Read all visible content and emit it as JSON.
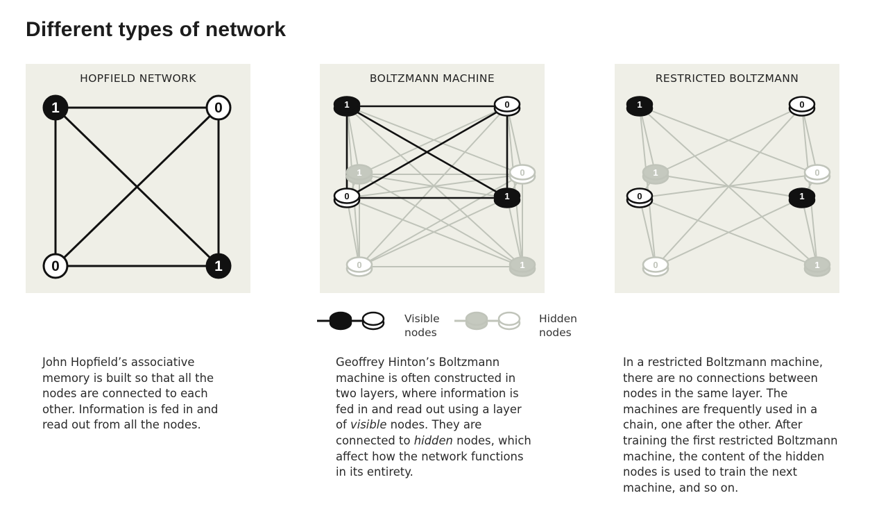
{
  "title": "Different types of network",
  "panels": [
    {
      "title": "HOPFIELD NETWORK"
    },
    {
      "title": "BOLTZMANN MACHINE"
    },
    {
      "title": "RESTRICTED BOLTZMANN"
    }
  ],
  "hopfield": {
    "nodes": [
      {
        "id": "tl",
        "value": "1",
        "state": "on"
      },
      {
        "id": "tr",
        "value": "0",
        "state": "off"
      },
      {
        "id": "bl",
        "value": "0",
        "state": "off"
      },
      {
        "id": "br",
        "value": "1",
        "state": "on"
      }
    ]
  },
  "boltzmann": {
    "visible_nodes": [
      {
        "id": "v1",
        "value": "1",
        "state": "on"
      },
      {
        "id": "v2",
        "value": "0",
        "state": "off"
      },
      {
        "id": "v3",
        "value": "0",
        "state": "off"
      },
      {
        "id": "v4",
        "value": "1",
        "state": "on"
      }
    ],
    "hidden_nodes": [
      {
        "id": "h1",
        "value": "1",
        "state": "on"
      },
      {
        "id": "h2",
        "value": "0",
        "state": "off"
      },
      {
        "id": "h3",
        "value": "0",
        "state": "off"
      },
      {
        "id": "h4",
        "value": "1",
        "state": "on"
      }
    ]
  },
  "legend": {
    "visible_line1": "Visible",
    "visible_line2": "nodes",
    "hidden_line1": "Hidden",
    "hidden_line2": "nodes"
  },
  "descriptions": {
    "hopfield": {
      "l1": "John Hopfield’s associative",
      "l2": "memory is built so that all the",
      "l3": "nodes are connected to each",
      "l4": "other. Information is fed in and",
      "l5": "read out from all the nodes."
    },
    "boltzmann": {
      "l1": "Geoffrey Hinton’s Boltzmann",
      "l2": "machine is often constructed in",
      "l3": "two layers, where information is",
      "l4": "fed in and read out using a layer",
      "l5_pre": "of ",
      "l5_em": "visible",
      "l5_post": " nodes. They are",
      "l6_pre": "connected to ",
      "l6_em": "hidden",
      "l6_post": " nodes, which",
      "l7": "affect how the network functions",
      "l8": "in its entirety."
    },
    "restricted": {
      "l1": "In a restricted Boltzmann machine,",
      "l2": "there are no connections between",
      "l3": "nodes in the same layer. The",
      "l4": "machines are frequently used in a",
      "l5": "chain, one after the other. After",
      "l6": "training the first restricted Boltzmann",
      "l7": "machine, the content of the hidden",
      "l8": "nodes is used to train the next",
      "l9": "machine, and so on."
    }
  },
  "colors": {
    "panel_bg": "#efefe7",
    "node_dark": "#111111",
    "node_light": "#ffffff",
    "hidden_stroke": "#b9bdb3",
    "hidden_fill": "#c3c7bd"
  }
}
